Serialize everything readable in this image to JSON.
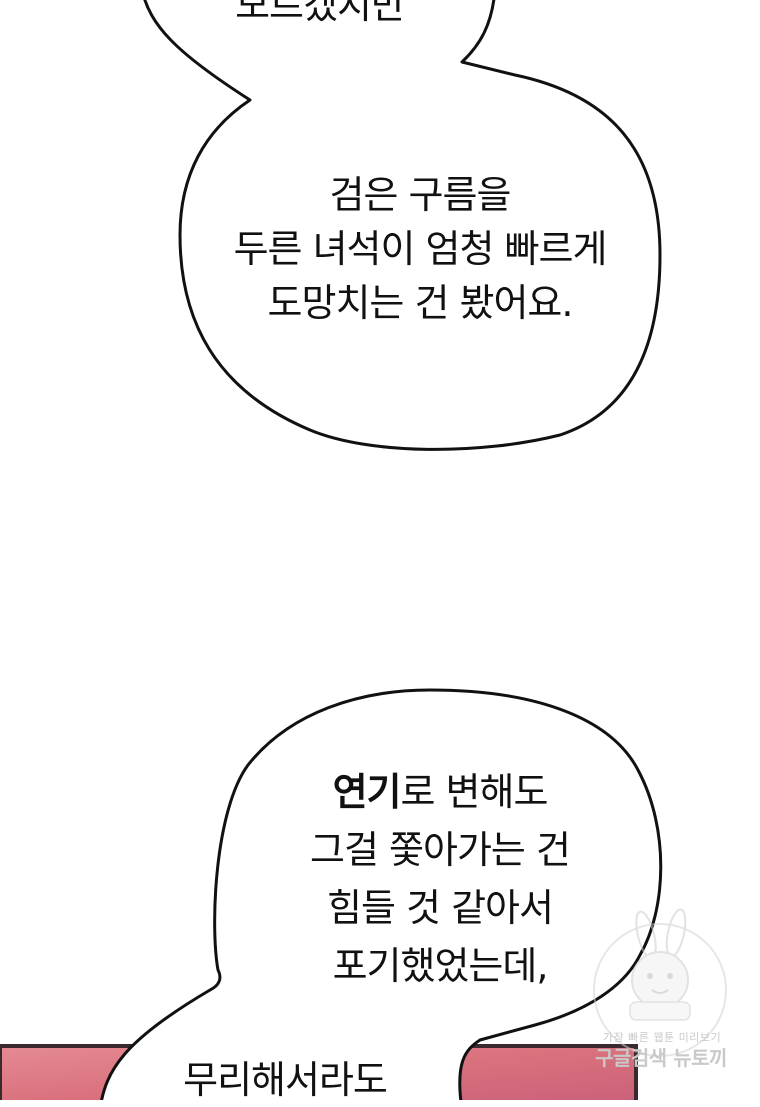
{
  "bubbles": [
    {
      "lines": [
        "모르겠지만"
      ]
    },
    {
      "lines": [
        "검은 구름을",
        "두른 녀석이 엄청 빠르게",
        "도망치는 건 봤어요."
      ]
    },
    {
      "bold_prefix": "연기",
      "first_rest": "로 변해도",
      "lines": [
        "그걸 쫓아가는 건",
        "힘들 것 같아서",
        "포기했었는데,"
      ]
    },
    {
      "lines": [
        "무리해서라도"
      ]
    }
  ],
  "watermark": {
    "tagline": "가장 빠른 웹툰 미리보기",
    "brand": "구글검색 뉴토끼"
  },
  "colors": {
    "panel_pink": "#e0707c",
    "panel_dark": "#3a2a2e",
    "outline": "#111111"
  }
}
